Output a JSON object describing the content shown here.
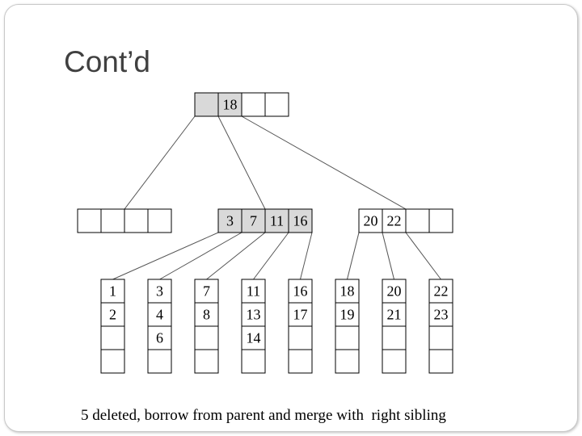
{
  "slide": {
    "title": "Cont’d",
    "caption": "5 deleted, borrow from parent and merge with  right sibling"
  },
  "colors": {
    "highlight": "#d9d9d9",
    "normal": "#ffffff",
    "title_text": "#404040"
  },
  "tree": {
    "root": {
      "keys": [
        "",
        "18",
        "",
        ""
      ],
      "highlight": [
        true,
        true,
        false,
        false
      ]
    },
    "internal": [
      {
        "keys": [
          "",
          "",
          "",
          ""
        ],
        "highlight": [
          false,
          false,
          false,
          false
        ]
      },
      {
        "keys": [
          "3",
          "7",
          "11",
          "16"
        ],
        "highlight": [
          true,
          true,
          true,
          true
        ]
      },
      {
        "keys": [
          "20",
          "22",
          "",
          ""
        ],
        "highlight": [
          false,
          false,
          false,
          false
        ]
      }
    ],
    "leaves": [
      {
        "keys": [
          "1",
          "2",
          "",
          ""
        ]
      },
      {
        "keys": [
          "3",
          "4",
          "6",
          ""
        ]
      },
      {
        "keys": [
          "7",
          "8",
          "",
          ""
        ]
      },
      {
        "keys": [
          "11",
          "13",
          "14",
          ""
        ]
      },
      {
        "keys": [
          "16",
          "17",
          "",
          ""
        ]
      },
      {
        "keys": [
          "18",
          "19",
          "",
          ""
        ]
      },
      {
        "keys": [
          "20",
          "21",
          "",
          ""
        ]
      },
      {
        "keys": [
          "22",
          "23",
          "",
          ""
        ]
      }
    ]
  }
}
